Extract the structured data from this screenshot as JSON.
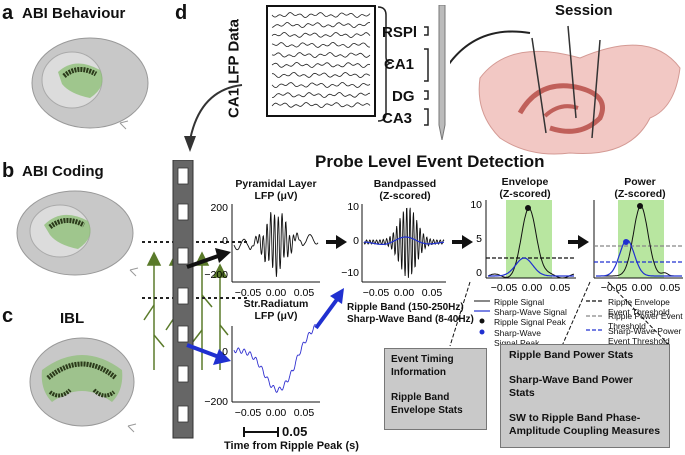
{
  "panels": {
    "a": {
      "letter": "a",
      "title": "ABI Behaviour"
    },
    "b": {
      "letter": "b",
      "title": "ABI Coding"
    },
    "c": {
      "letter": "c",
      "title": "IBL"
    },
    "d": {
      "letter": "d"
    }
  },
  "lfp": {
    "title": "CA1 LFP Data",
    "regions": [
      "RSPl",
      "CA1",
      "DG",
      "CA3"
    ],
    "session_label": "Session"
  },
  "detection_title": "Probe Level Event Detection",
  "plots": {
    "pyramidal": {
      "title_line1": "Pyramidal Layer",
      "title_line2": "LFP (μV)",
      "y_ticks": [
        "200",
        "0",
        "−200"
      ],
      "x_ticks": [
        "−0.05",
        "0.00",
        "0.05"
      ]
    },
    "radiatum": {
      "title_line1": "Str.Radiatum",
      "title_line2": "LFP (μV)",
      "y_ticks": [
        "0",
        "−200"
      ],
      "x_ticks": [
        "−0.05",
        "0.00",
        "0.05"
      ]
    },
    "bandpassed": {
      "title_line1": "Bandpassed",
      "title_line2": "(Z-scored)",
      "y_ticks": [
        "10",
        "0",
        "−10"
      ],
      "x_ticks": [
        "−0.05",
        "0.00",
        "0.05"
      ]
    },
    "envelope": {
      "title_line1": "Envelope",
      "title_line2": "(Z-scored)",
      "y_ticks": [
        "10",
        "5",
        "0"
      ],
      "x_ticks": [
        "−0.05",
        "0.00",
        "0.05"
      ]
    },
    "power": {
      "title_line1": "Power",
      "title_line2": "(Z-scored)",
      "x_ticks": [
        "−0.05",
        "0.00",
        "0.05"
      ]
    }
  },
  "band_labels": {
    "ripple": "Ripple Band (150-250Hz)",
    "sharpwave": "Sharp-Wave Band (8-40Hz)"
  },
  "scale_bar": "0.05",
  "x_axis_label": "Time from Ripple Peak (s)",
  "legend_envelope": {
    "ripple_signal": "Ripple Signal",
    "sw_signal": "Sharp-Wave Signal",
    "ripple_peak": "Ripple Signal Peak",
    "sw_peak": "Sharp-Wave Signal Peak"
  },
  "legend_power": {
    "ripple_env_thresh": "Ripple Envelope Event Threshold",
    "ripple_power_thresh": "Ripple Power Event Threshold",
    "sw_power_thresh": "Sharp-Wave Power Event Threshold"
  },
  "boxes": {
    "left_1": "Event Timing Information",
    "left_2": "Ripple Band Envelope Stats",
    "right_1": "Ripple Band Power Stats",
    "right_2": "Sharp-Wave Band Power Stats",
    "right_3": "SW to Ripple Band Phase-Amplitude Coupling Measures"
  },
  "colors": {
    "brain_green": "#8bbf73",
    "neuron_green": "#5a7a2a",
    "highlight_green": "#b8e6a0",
    "sharp_wave_blue": "#1a1acc",
    "probe_grey": "#666666",
    "box_grey": "#c9c9c9"
  }
}
